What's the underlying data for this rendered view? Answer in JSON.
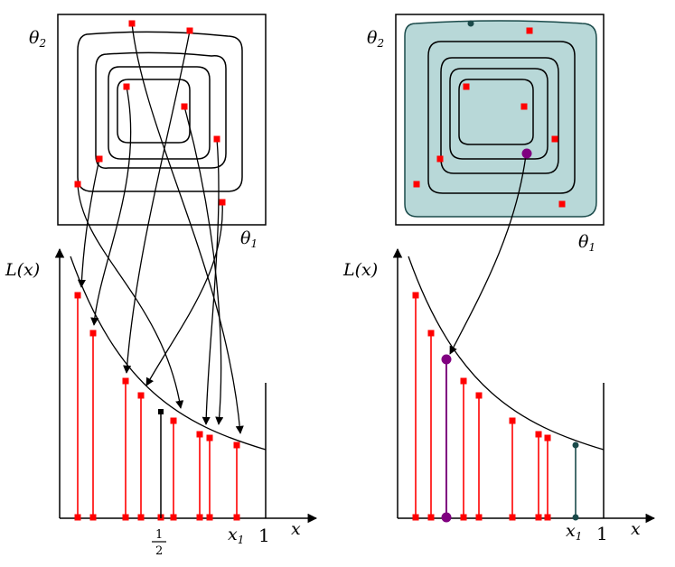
{
  "labels": {
    "theta2": "θ",
    "theta2_sub": "2",
    "theta1": "θ",
    "theta1_sub": "1",
    "L_axis": "L(x)",
    "x_axis": "x",
    "x1": "x",
    "x1_sub": "1",
    "one": "1",
    "half_num": "1",
    "half_den": "2"
  },
  "colors": {
    "sample": "#ff0000",
    "stem": "#ff0000",
    "highlight": "#800080",
    "boundary": "#1a4a4a",
    "region_fill": "#b8d8d8",
    "ink": "#000000"
  }
}
